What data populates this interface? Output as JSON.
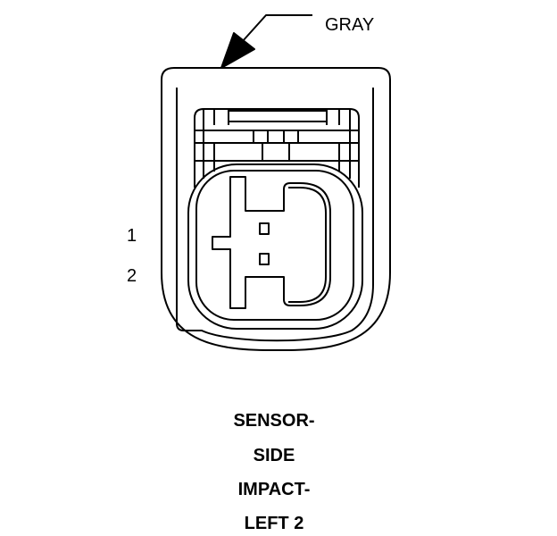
{
  "connector_color": "GRAY",
  "pins": [
    "1",
    "2"
  ],
  "caption_lines": [
    "SENSOR-",
    "SIDE",
    "IMPACT-",
    "LEFT 2"
  ],
  "colors": {
    "line": "#000000",
    "background": "#ffffff"
  }
}
